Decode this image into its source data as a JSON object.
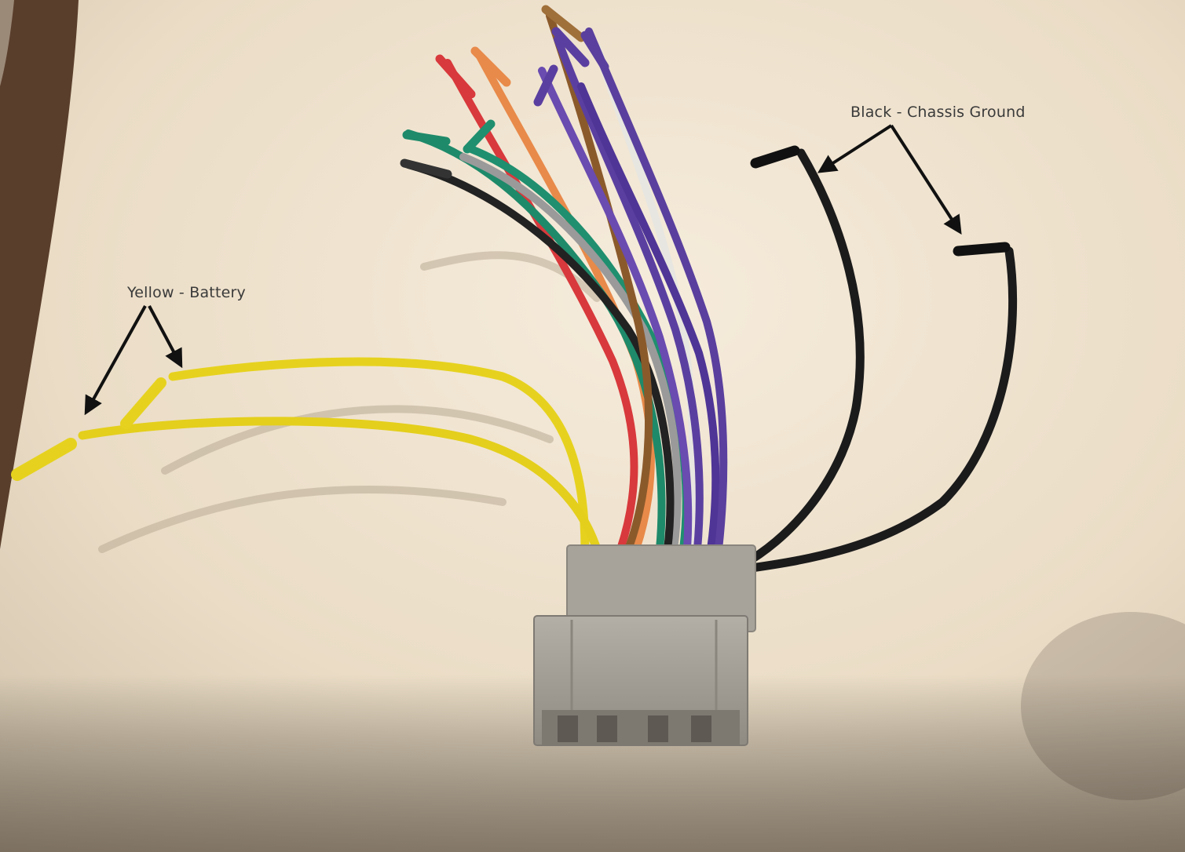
{
  "annotations": {
    "yellow_label": "Yellow - Battery",
    "black_label": "Black - Chassis Ground"
  },
  "objects": {
    "connector": "wiring-harness-connector",
    "wire_colors": [
      "yellow",
      "black",
      "red",
      "orange",
      "green",
      "purple",
      "brown",
      "gray",
      "white"
    ]
  },
  "colors": {
    "background": "#e9dcc6",
    "yellow_wire": "#e6d21e",
    "black_wire": "#1c1c1c",
    "connector": "#a8a49c",
    "arrow": "#111111"
  }
}
